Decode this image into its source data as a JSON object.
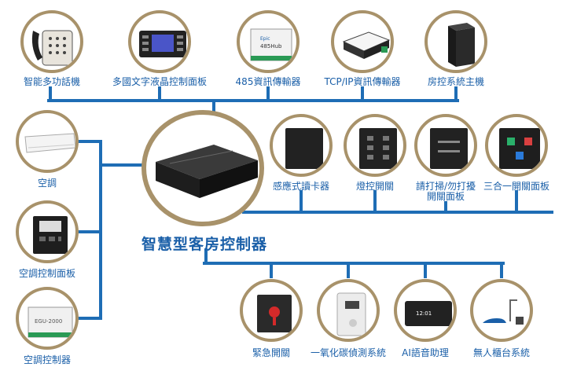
{
  "title": "智慧型客房控制器",
  "top_devices": [
    "智能多功話機",
    "多國文字液晶控制面板",
    "485資訊傳輸器",
    "TCP/IP資訊傳輸器",
    "房控系統主機"
  ],
  "left_devices": [
    "空調",
    "空調控制面板",
    "空調控制器"
  ],
  "right_devices": [
    "感應式讀卡器",
    "燈控開關",
    "請打掃/勿打擾",
    "開關面板",
    "三合一開關面板"
  ],
  "bottom_devices": [
    "緊急開關",
    "一氧化碳偵測系統",
    "AI語音助理",
    "無人櫃台系統"
  ],
  "device_texts": {
    "relay_485": "485Hub",
    "relay_brand": "Epic",
    "ac_ctrl": "EGU-2000",
    "time": "12:01"
  },
  "colors": {
    "line": "#1e6db5",
    "ring": "#a8926a",
    "label": "#1a5fa8"
  }
}
